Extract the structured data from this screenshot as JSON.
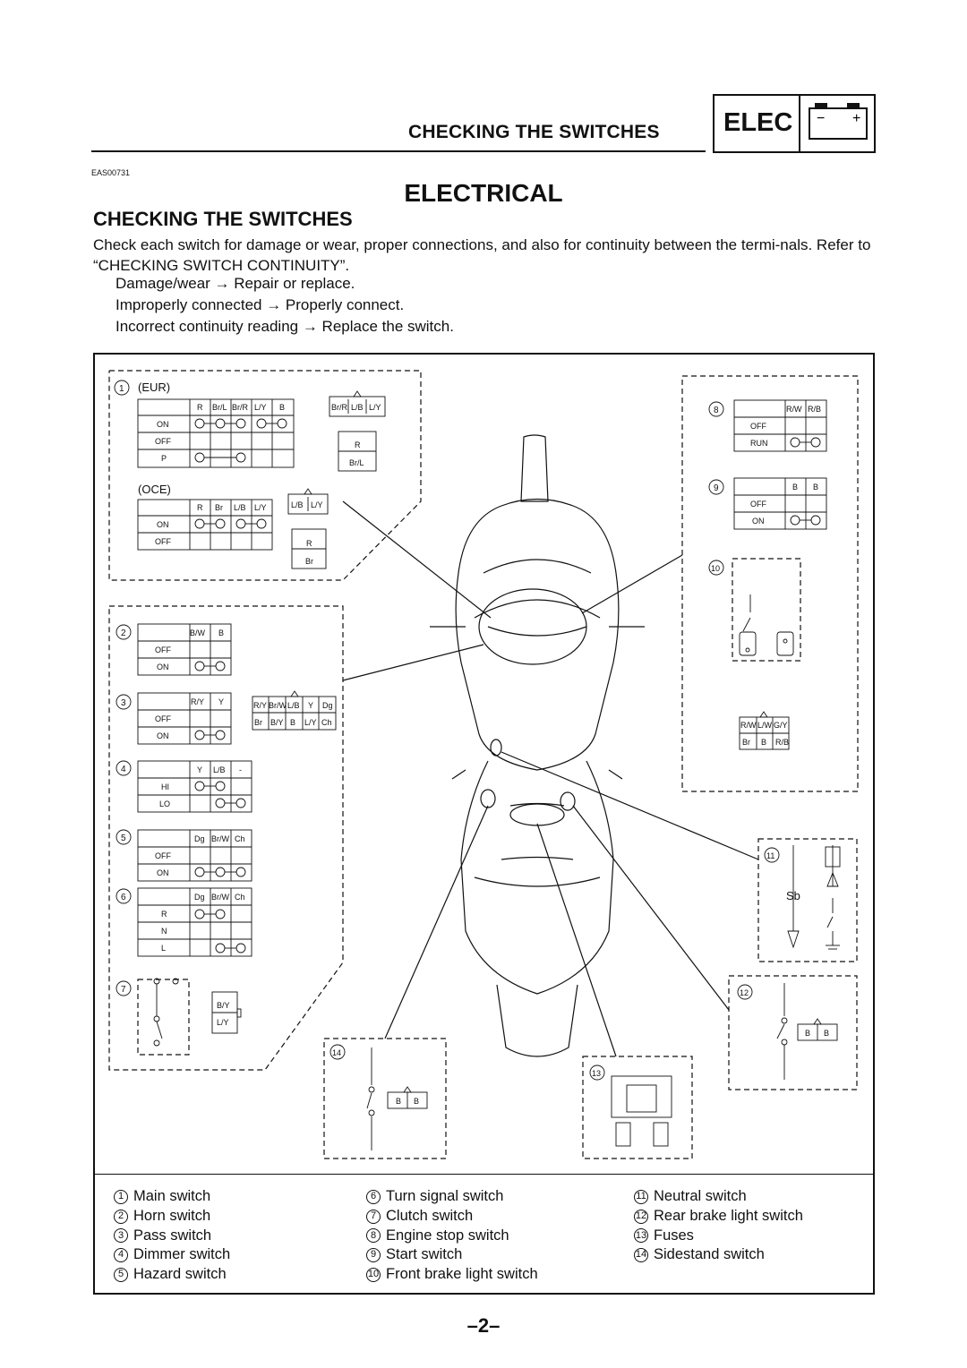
{
  "header": {
    "section_title": "CHECKING THE SWITCHES",
    "tab_label": "ELEC",
    "battery_minus": "−",
    "battery_plus": "+"
  },
  "doc_code": "EAS00731",
  "chapter_title": "ELECTRICAL",
  "section_heading": "CHECKING THE SWITCHES",
  "intro": "Check each switch for damage or wear, proper connections, and also for continuity between the termi-nals. Refer to “CHECKING SWITCH CONTINUITY”.",
  "steps": [
    "Damage/wear → Repair or replace.",
    "Improperly connected → Properly connect.",
    "Incorrect continuity reading → Replace the switch."
  ],
  "diagram": {
    "main_switch_eur": {
      "num": "1",
      "label": "(EUR)",
      "headers": [
        "R",
        "Br/L",
        "Br/R",
        "L/Y",
        "B"
      ],
      "rows": [
        "ON",
        "OFF",
        "P"
      ],
      "connector_top": [
        "Br/R",
        "L/B",
        "L/Y"
      ],
      "connector_side": [
        "R",
        "Br/L"
      ]
    },
    "main_switch_oce": {
      "label": "(OCE)",
      "headers": [
        "R",
        "Br",
        "L/B",
        "L/Y"
      ],
      "rows": [
        "ON",
        "OFF"
      ],
      "connector_top": [
        "L/B",
        "L/Y"
      ],
      "connector_side": [
        "R",
        "Br"
      ]
    },
    "horn": {
      "num": "2",
      "headers": [
        "B/W",
        "B"
      ],
      "rows": [
        "OFF",
        "ON"
      ]
    },
    "pass": {
      "num": "3",
      "headers": [
        "R/Y",
        "Y"
      ],
      "rows": [
        "OFF",
        "ON"
      ],
      "conn_row1": [
        "R/Y",
        "Br/W",
        "L/B",
        "Y",
        "Dg"
      ],
      "conn_row2": [
        "Br",
        "B/Y",
        "B",
        "L/Y",
        "Ch"
      ]
    },
    "dimmer": {
      "num": "4",
      "headers": [
        "Y",
        "L/B",
        "-"
      ],
      "rows": [
        "HI",
        "LO"
      ]
    },
    "hazard": {
      "num": "5",
      "headers": [
        "Dg",
        "Br/W",
        "Ch"
      ],
      "rows": [
        "OFF",
        "ON"
      ]
    },
    "turn": {
      "num": "6",
      "headers": [
        "Dg",
        "Br/W",
        "Ch"
      ],
      "rows": [
        "R",
        "N",
        "L"
      ]
    },
    "clutch": {
      "num": "7",
      "connector": [
        "B/Y",
        "L/Y"
      ]
    },
    "engine_stop": {
      "num": "8",
      "headers": [
        "R/W",
        "R/B"
      ],
      "rows": [
        "OFF",
        "RUN"
      ]
    },
    "start": {
      "num": "9",
      "headers": [
        "B",
        "B"
      ],
      "rows": [
        "OFF",
        "ON"
      ]
    },
    "front_brake": {
      "num": "10",
      "conn_row1": [
        "R/W",
        "L/W",
        "G/Y"
      ],
      "conn_row2": [
        "Br",
        "B",
        "R/B"
      ]
    },
    "neutral": {
      "num": "11",
      "label": "Sb"
    },
    "rear_brake": {
      "num": "12",
      "connector": [
        "B",
        "B"
      ]
    },
    "fuses": {
      "num": "13"
    },
    "sidestand": {
      "num": "14",
      "connector": [
        "B",
        "B"
      ]
    }
  },
  "legend": [
    {
      "num": "1",
      "label": "Main switch"
    },
    {
      "num": "2",
      "label": "Horn switch"
    },
    {
      "num": "3",
      "label": "Pass switch"
    },
    {
      "num": "4",
      "label": "Dimmer switch"
    },
    {
      "num": "5",
      "label": "Hazard switch"
    },
    {
      "num": "6",
      "label": "Turn signal switch"
    },
    {
      "num": "7",
      "label": "Clutch switch"
    },
    {
      "num": "8",
      "label": "Engine stop switch"
    },
    {
      "num": "9",
      "label": "Start switch"
    },
    {
      "num": "10",
      "label": "Front brake light switch"
    },
    {
      "num": "11",
      "label": "Neutral switch"
    },
    {
      "num": "12",
      "label": "Rear brake light switch"
    },
    {
      "num": "13",
      "label": "Fuses"
    },
    {
      "num": "14",
      "label": "Sidestand switch"
    }
  ],
  "page_number": "–2–"
}
